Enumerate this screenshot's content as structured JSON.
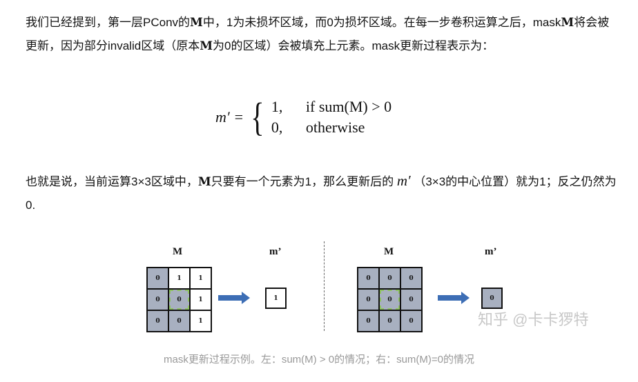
{
  "paragraph1": {
    "a": "我们已经提到，第一层PConv的",
    "M1": "M",
    "b": "中，1为未损坏区域，而0为损坏区域。在每一步卷积运算之后，mask",
    "M2": "M",
    "c": "将会被更新，因为部分invalid区域（原本",
    "M3": "M",
    "d": "为0的区域）会被填充上元素。mask更新过程表示为："
  },
  "formula": {
    "lhs": "m′ =",
    "case1_val": "1,",
    "case1_cond": "if sum(M) > 0",
    "case2_val": "0,",
    "case2_cond": "otherwise"
  },
  "paragraph2": {
    "a": "也就是说，当前运算3×3区域中，",
    "M": "M",
    "b": "只要有一个元素为1，那么更新后的 ",
    "m": "m′",
    "c": " （3×3的中心位置）就为1；反之仍然为0."
  },
  "figure": {
    "left": {
      "grid_label": "M",
      "out_label": "m’",
      "grid": [
        "0",
        "1",
        "1",
        "0",
        "0",
        "1",
        "0",
        "0",
        "1"
      ],
      "output": "1"
    },
    "right": {
      "grid_label": "M",
      "out_label": "m’",
      "grid": [
        "0",
        "0",
        "0",
        "0",
        "0",
        "0",
        "0",
        "0",
        "0"
      ],
      "output": "0"
    },
    "watermark": "知乎 @卡卡猡特"
  },
  "caption": "mask更新过程示例。左：sum(M) > 0的情况；右：sum(M)=0的情况"
}
